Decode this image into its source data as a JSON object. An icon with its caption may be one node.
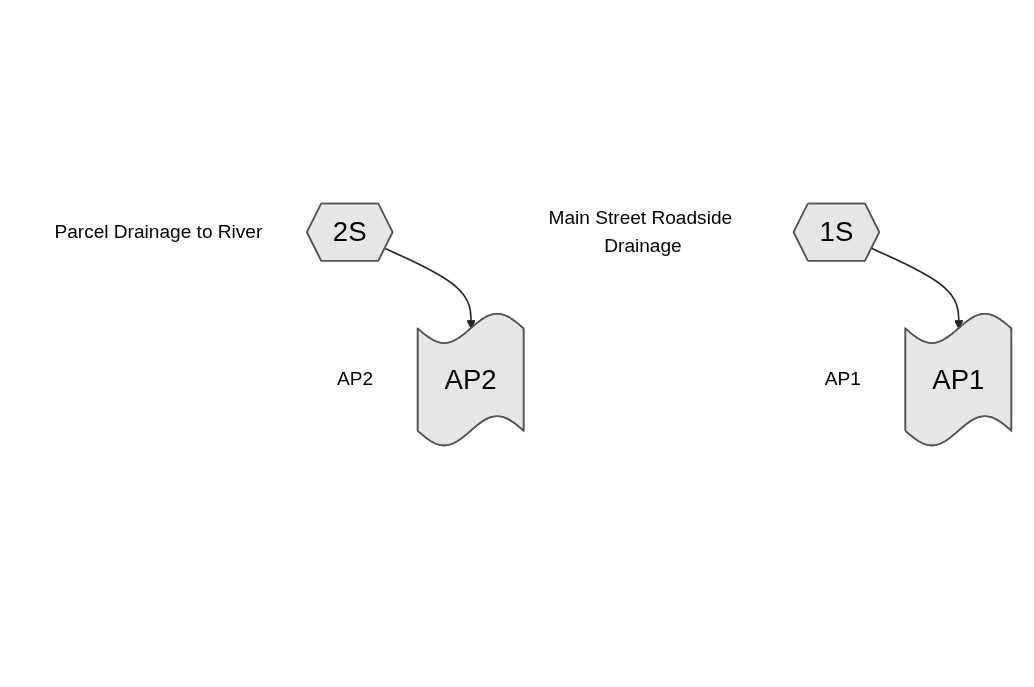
{
  "diagram": {
    "nodes": [
      {
        "text": [
          "2S"
        ],
        "beside": [
          "Parcel Drainage to River"
        ]
      },
      {
        "text": [
          "AP2"
        ],
        "beside": [
          "AP2"
        ]
      },
      {
        "text": [
          "1S"
        ],
        "beside": [
          "Main Street Roadside Drainage"
        ]
      },
      {
        "text": [
          "AP1"
        ],
        "beside": [
          "AP1"
        ]
      }
    ],
    "edges": [
      {
        "from": 0,
        "to": 1,
        "arrow": "to"
      },
      {
        "from": 2,
        "to": 3,
        "arrow": "to"
      }
    ]
  }
}
